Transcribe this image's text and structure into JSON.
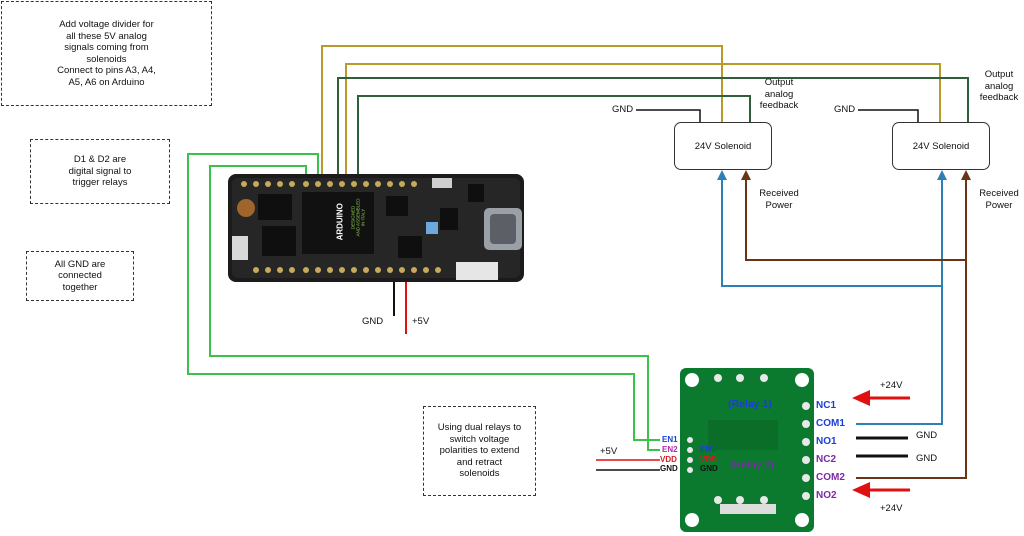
{
  "notes": {
    "divider": "Add voltage divider for\nall these 5V analog\nsignals coming from\nsolenoids\nConnect to pins A3, A4,\nA5, A6 on Arduino",
    "digital": "D1 & D2 are\ndigital signal to\ntrigger relays",
    "ground": "All GND are\nconnected\ntogether",
    "relays": "Using dual relays to\nswitch voltage\npolarities to extend\nand retract\nsolenoids"
  },
  "solenoids": [
    {
      "label": "24V Solenoid",
      "feedback": "Output\nanalog\nfeedback",
      "power": "Received\nPower",
      "gnd": "GND"
    },
    {
      "label": "24V Solenoid",
      "feedback": "Output\nanalog\nfeedback",
      "power": "Received\nPower",
      "gnd": "GND"
    }
  ],
  "arduino": {
    "board_text": "ARDUINO",
    "board_subtext": "DESIGNED\nAND ASSEMBLED\nIN ITALY",
    "gnd": "GND",
    "vplus": "+5V"
  },
  "relay": {
    "title1": "(Relay 1)",
    "title2": "(Relay 2)",
    "left_pins": [
      "EN1",
      "EN2",
      "VDD",
      "GND"
    ],
    "board_pins": [
      "EN1",
      "VDD",
      "GND"
    ],
    "right_pins": [
      "NC1",
      "COM1",
      "NO1",
      "NC2",
      "COM2",
      "NO2"
    ],
    "v24_top": "+24V",
    "v24_bottom": "+24V",
    "gnd1": "GND",
    "gnd2": "GND",
    "v5": "+5V"
  },
  "colors": {
    "olive": "#b99a2a",
    "darkgreen": "#2f5e3b",
    "green": "#3cc24a",
    "blue": "#2d7fb4",
    "brown": "#6b3414",
    "red": "#e01010",
    "pcb": "#0c7a2e"
  }
}
